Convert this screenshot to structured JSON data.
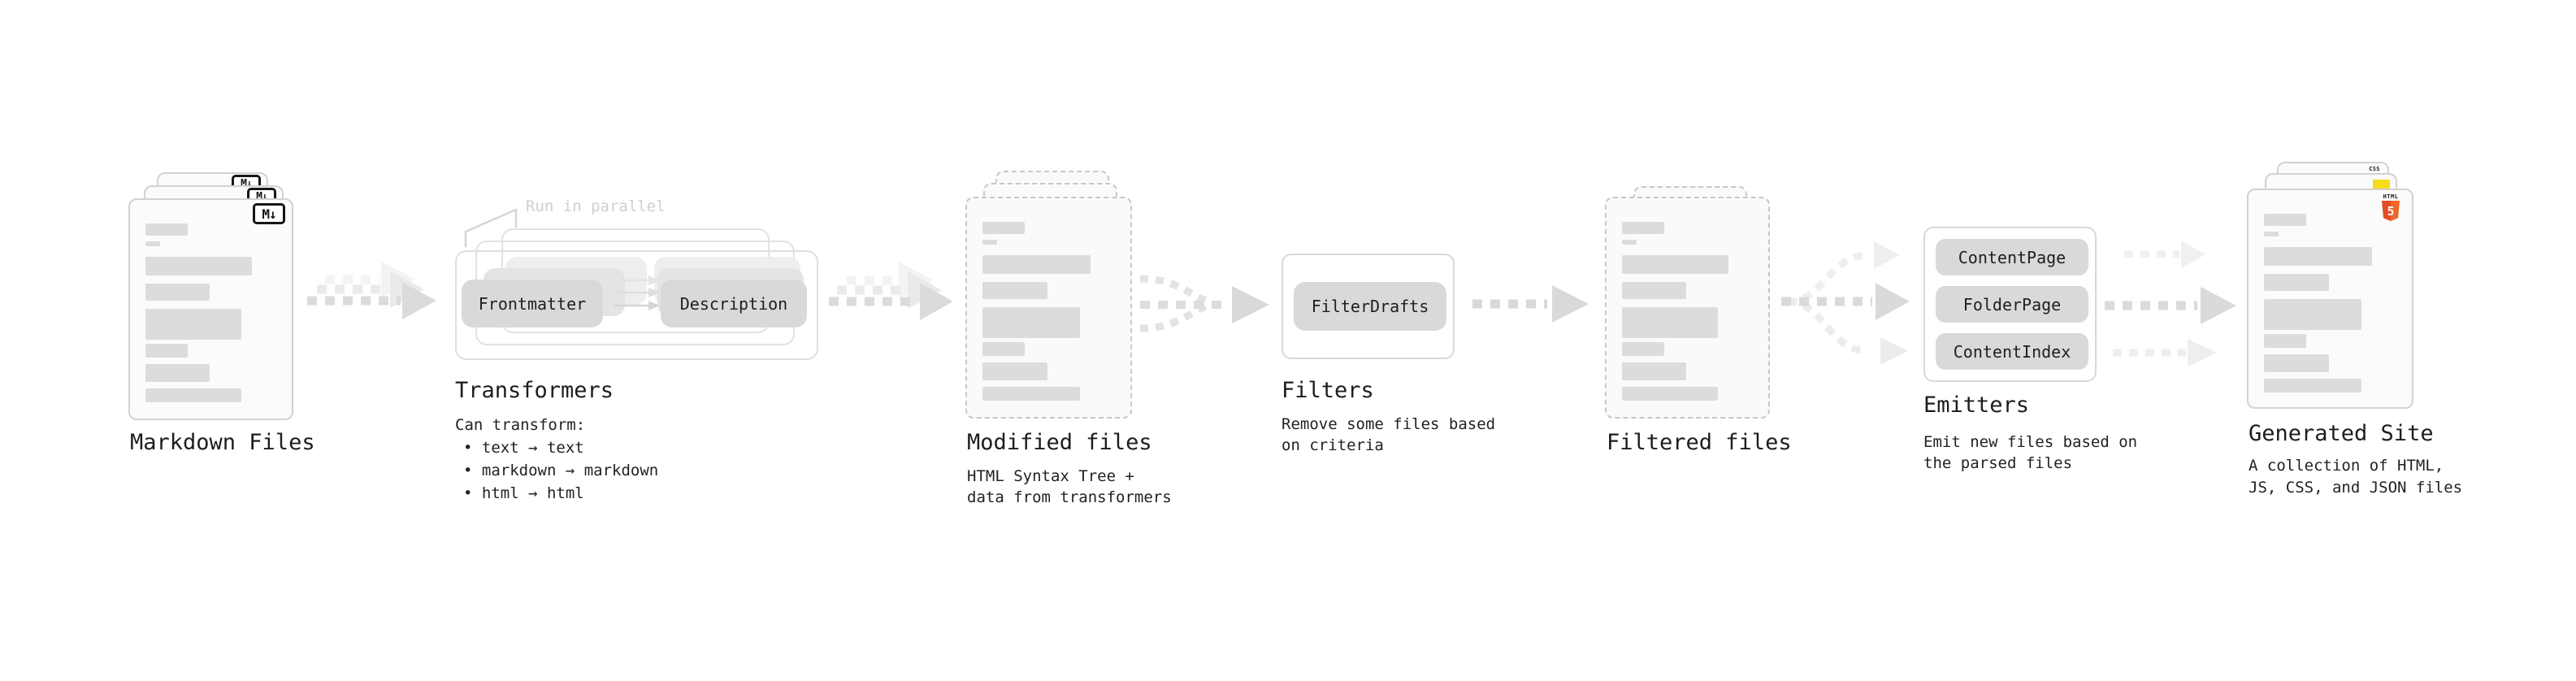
{
  "diagram": {
    "stages": {
      "markdown": {
        "label": "Markdown Files"
      },
      "transformers": {
        "label": "Transformers",
        "annotation": "Run in parallel",
        "pill_frontmatter": "Frontmatter",
        "pill_description": "Description",
        "desc": [
          "Can transform:",
          "• text → text",
          "• markdown → markdown",
          "• html → html"
        ]
      },
      "modified": {
        "label": "Modified files",
        "desc": [
          "HTML Syntax Tree +",
          "data from transformers"
        ]
      },
      "filters": {
        "label": "Filters",
        "pill": "FilterDrafts",
        "desc": [
          "Remove some files based",
          "on criteria"
        ]
      },
      "filtered": {
        "label": "Filtered files"
      },
      "emitters": {
        "label": "Emitters",
        "pills": [
          "ContentPage",
          "FolderPage",
          "ContentIndex"
        ],
        "desc": [
          "Emit new files based on",
          "the parsed files"
        ]
      },
      "generated": {
        "label": "Generated Site",
        "desc": [
          "A collection of HTML,",
          "JS, CSS, and JSON files"
        ]
      }
    },
    "icons": {
      "markdown_badge": "M↓",
      "html5_word": "HTML",
      "html5_number": "5",
      "css_label": "CSS",
      "js_badge": "js-yellow-square",
      "arrow_glyph": "→"
    },
    "colors": {
      "html5_orange": "#E44D26",
      "html5_orange_light": "#F16529",
      "js_yellow": "#F5DE19",
      "css_blue": "#2B6BF3",
      "skeleton_gray": "#DCDCDC",
      "arrow_gray": "#DBDBDB",
      "pill_gray": "#D9D9D9",
      "text": "#1D1D1D",
      "annotation_gray": "#CFCFCF"
    }
  }
}
